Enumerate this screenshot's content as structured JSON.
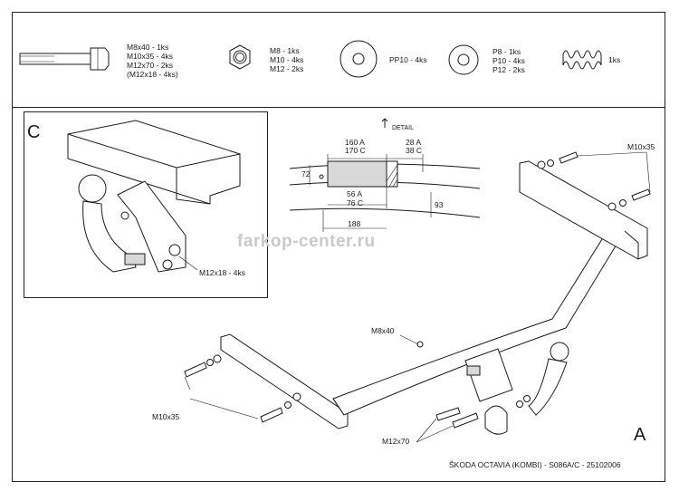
{
  "parts": {
    "bolt": {
      "lines": [
        "M8x40 - 1ks",
        "M10x35 - 4ks",
        "M12x70 - 2ks",
        "(M12x18 - 4ks)"
      ]
    },
    "nut": {
      "lines": [
        "M8 - 1ks",
        "M10 - 4ks",
        "M12 - 2ks"
      ]
    },
    "pp_washer": {
      "label": "PP10 - 4ks"
    },
    "washer": {
      "lines": [
        "P8 - 1ks",
        "P10 - 4ks",
        "P12 - 2ks"
      ]
    },
    "spring": {
      "label": "1ks"
    }
  },
  "detail": {
    "heading": "DETAIL",
    "dim_top_left": [
      "160 A",
      "170 C"
    ],
    "dim_top_right": [
      "28 A",
      "38 C"
    ],
    "dim_mid": [
      "56 A",
      "76 C"
    ],
    "dim_72": "72",
    "dim_93": "93",
    "dim_188": "188"
  },
  "inset": {
    "label": "C",
    "bolt_callout": "M12x18 - 4ks"
  },
  "main": {
    "label": "A",
    "callout_m8": "M8x40",
    "callout_m10_left": "M10x35",
    "callout_m10_right": "M10x35",
    "callout_m12": "M12x70"
  },
  "watermark": "farkop-center.ru",
  "title": "ŠKODA OCTAVIA (KOMBI) - S086A/C - 25102006"
}
